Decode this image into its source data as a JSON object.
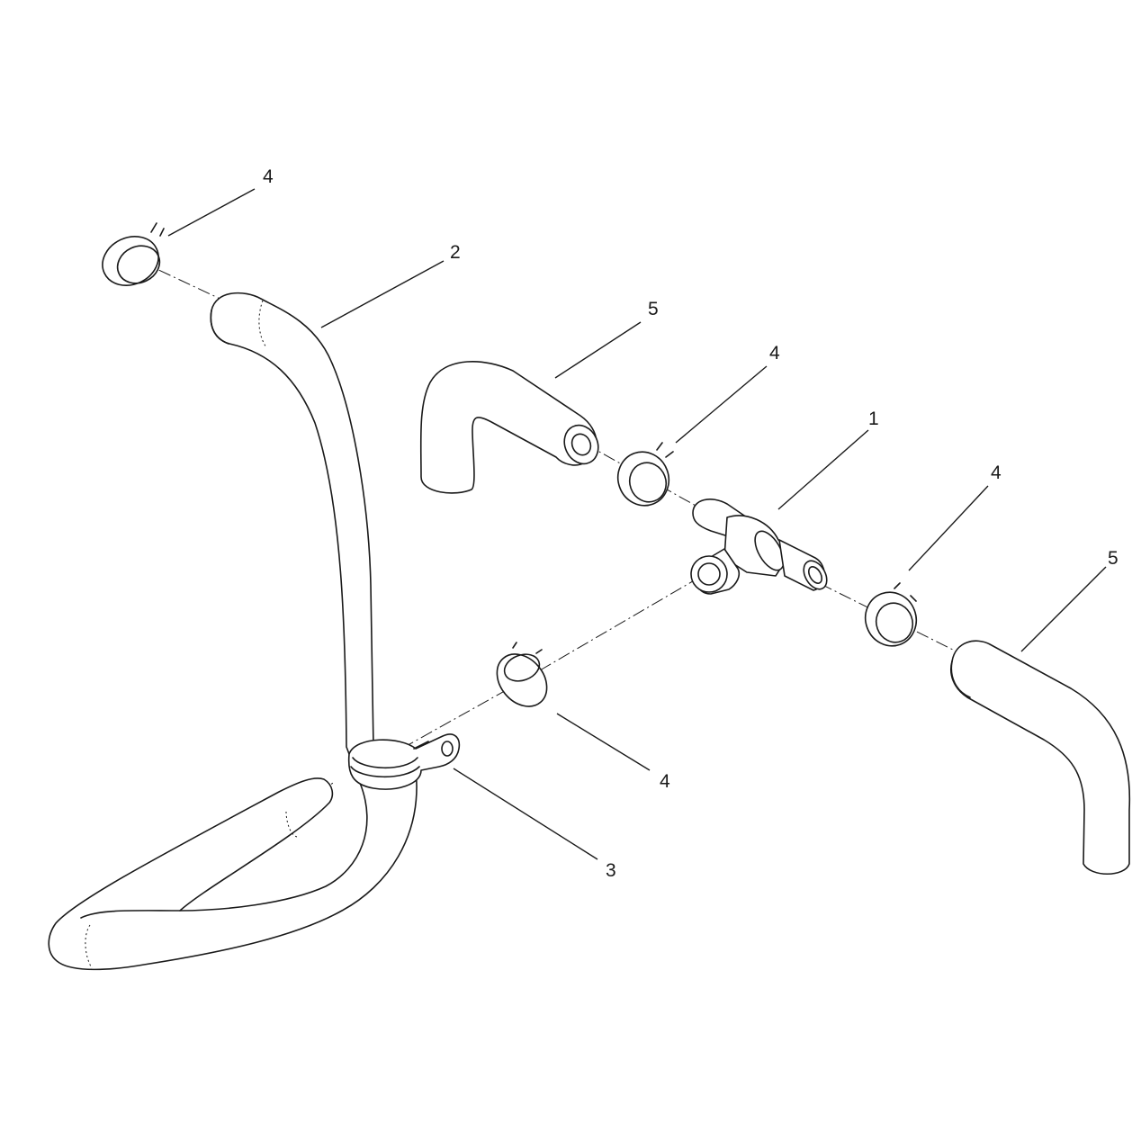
{
  "callouts": [
    {
      "id": "callout-4-top-left",
      "number": "4"
    },
    {
      "id": "callout-2",
      "number": "2"
    },
    {
      "id": "callout-5-top",
      "number": "5"
    },
    {
      "id": "callout-4-upper-mid",
      "number": "4"
    },
    {
      "id": "callout-1",
      "number": "1"
    },
    {
      "id": "callout-4-right",
      "number": "4"
    },
    {
      "id": "callout-5-right",
      "number": "5"
    },
    {
      "id": "callout-4-lower",
      "number": "4"
    },
    {
      "id": "callout-3",
      "number": "3"
    }
  ],
  "colors": {
    "ink": "#1a1a1a",
    "background": "#ffffff"
  }
}
